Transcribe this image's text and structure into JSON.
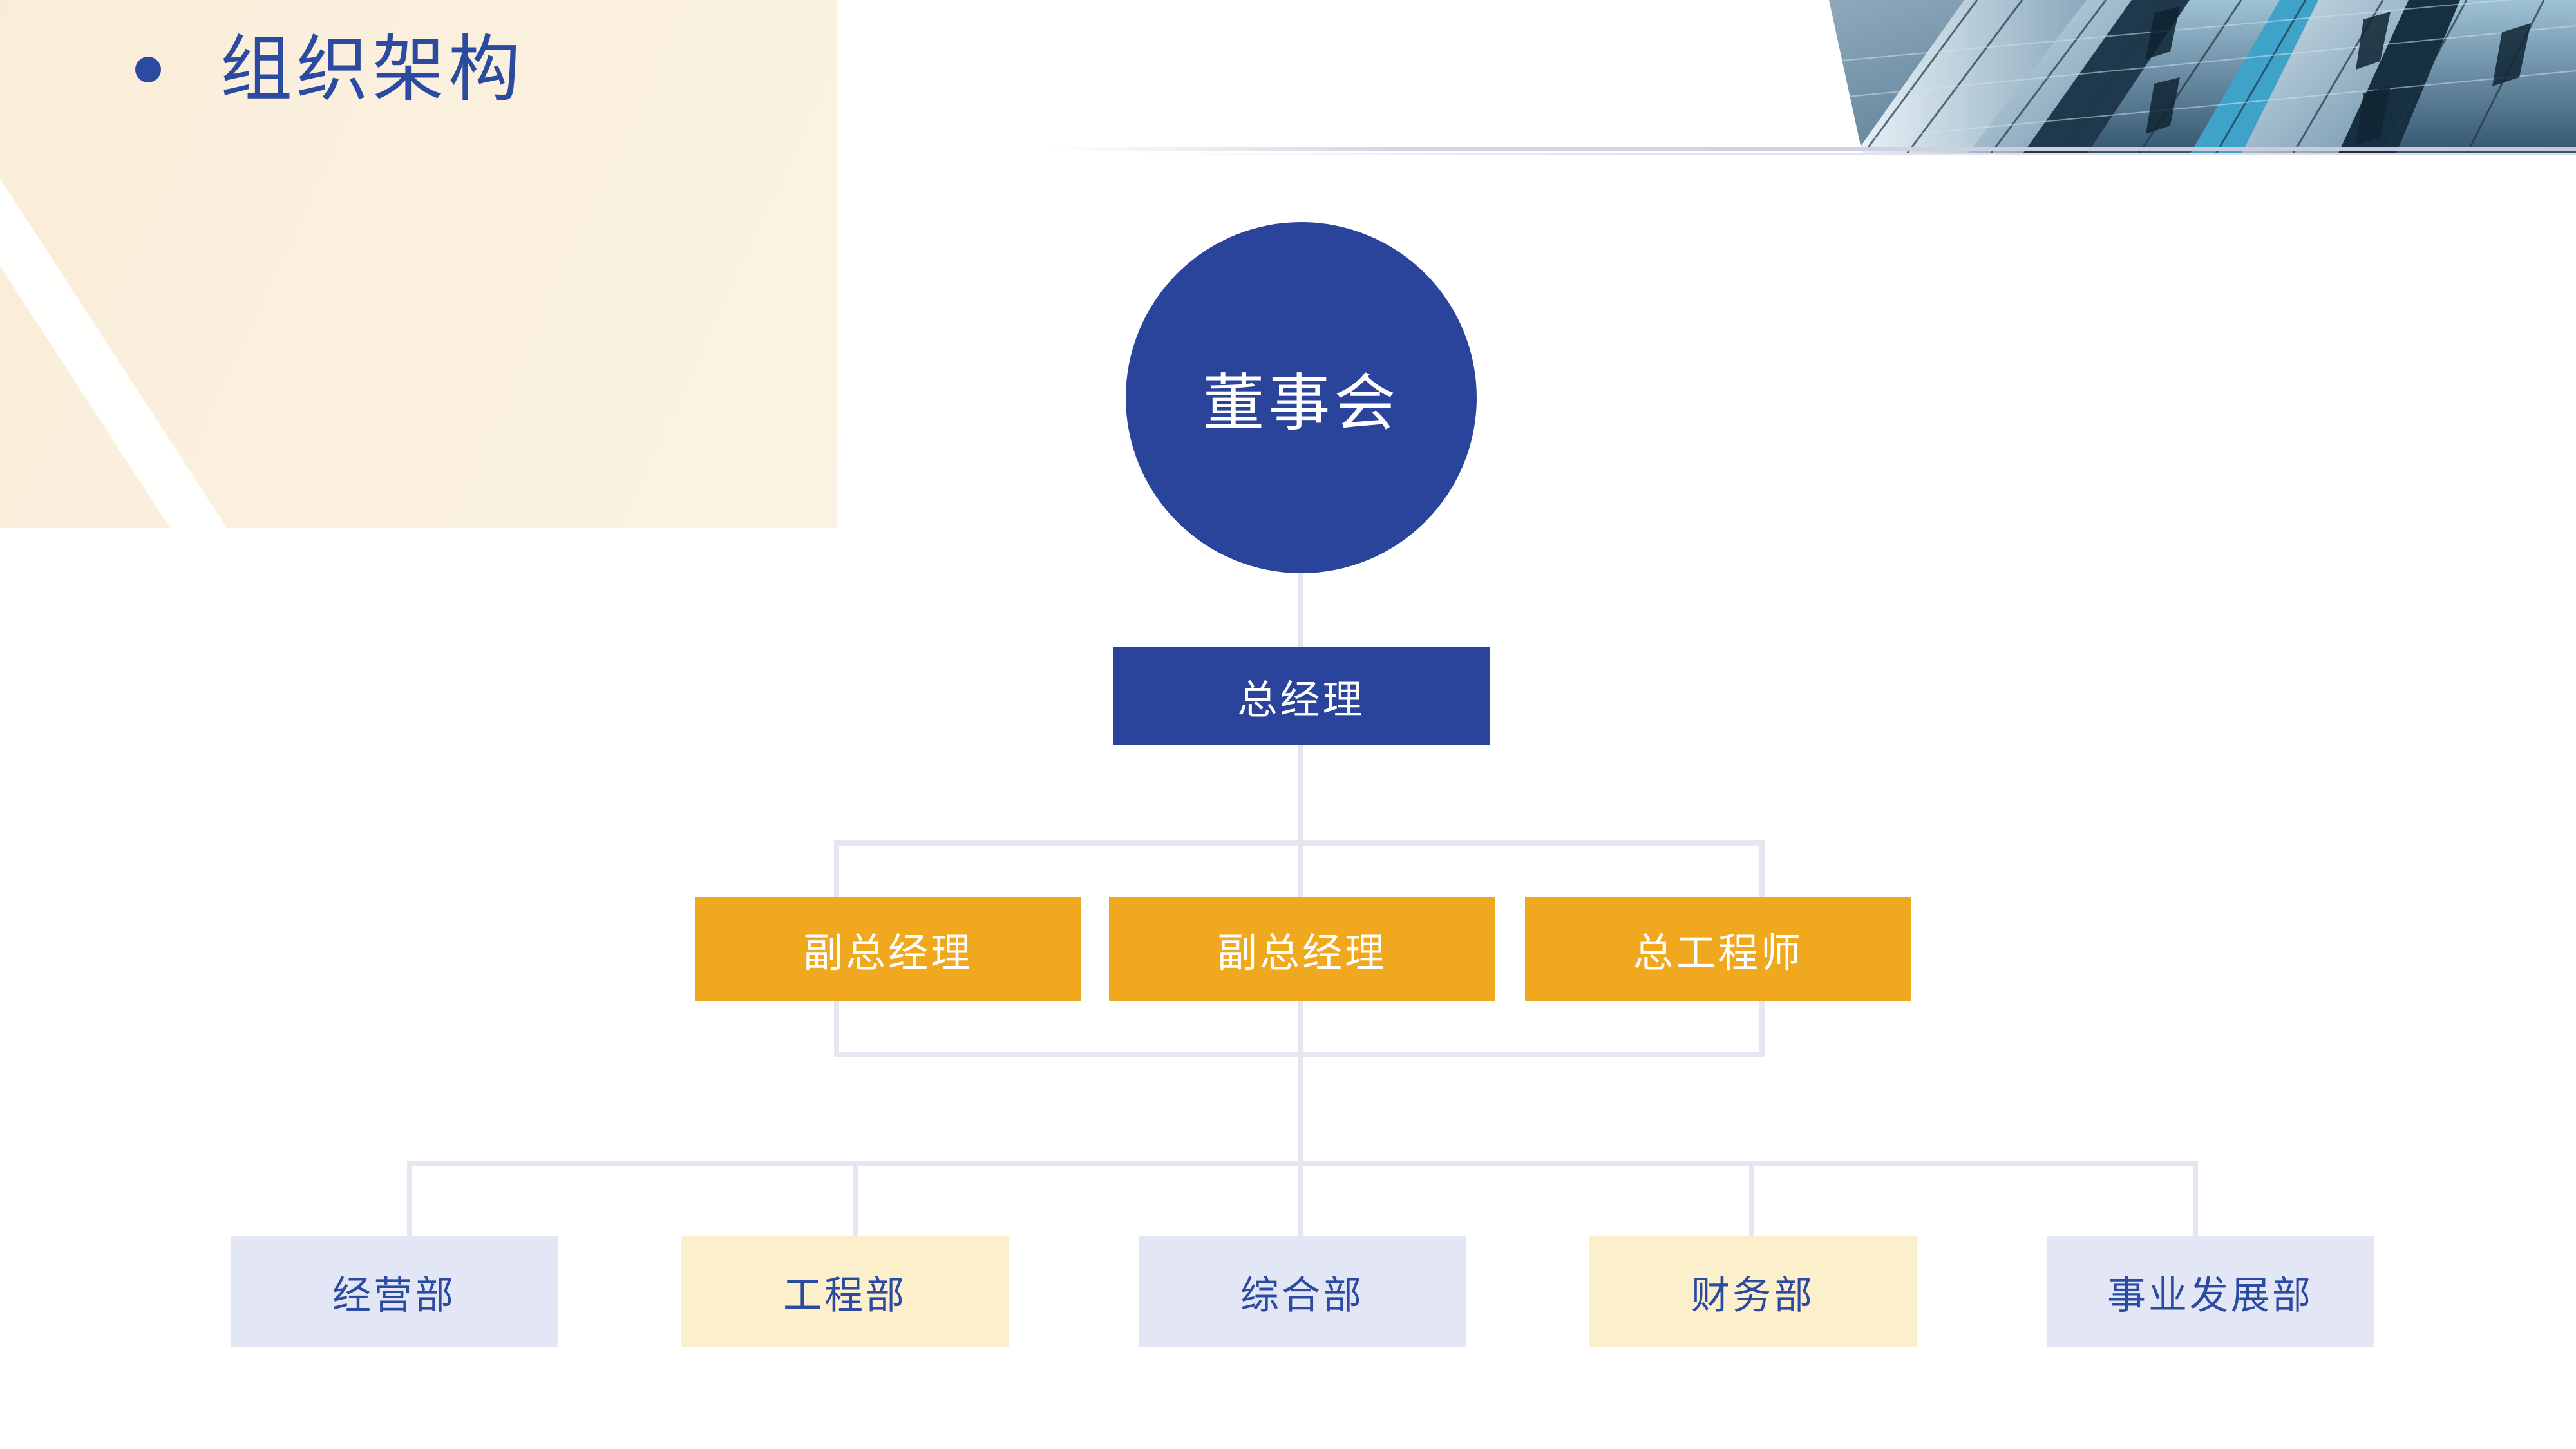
{
  "slide": {
    "title": "组织架构",
    "bullet_icon": "bullet-dot-icon",
    "accent_blue": "#2b449b",
    "accent_orange": "#f0a81e",
    "dept_blue_fill": "#e3e7f5",
    "dept_cream_fill": "#fcefcc",
    "connector_color": "#e6e6f0",
    "banner_image": "office-building-photo"
  },
  "chart_data": {
    "type": "diagram",
    "title": "组织架构",
    "levels": [
      {
        "level": 1,
        "shape": "circle",
        "fill": "#2b449b",
        "text_color": "#ffffff",
        "nodes": [
          {
            "label": "董事会"
          }
        ]
      },
      {
        "level": 2,
        "shape": "rectangle",
        "fill": "#2b449b",
        "text_color": "#ffffff",
        "nodes": [
          {
            "label": "总经理"
          }
        ]
      },
      {
        "level": 3,
        "shape": "rectangle",
        "fill": "#f0a81e",
        "text_color": "#ffffff",
        "nodes": [
          {
            "label": "副总经理"
          },
          {
            "label": "副总经理"
          },
          {
            "label": "总工程师"
          }
        ]
      },
      {
        "level": 4,
        "shape": "rectangle",
        "text_color": "#2b4ba0",
        "nodes": [
          {
            "label": "经营部",
            "fill": "#e3e7f5"
          },
          {
            "label": "工程部",
            "fill": "#fcefcc"
          },
          {
            "label": "综合部",
            "fill": "#e3e7f5"
          },
          {
            "label": "财务部",
            "fill": "#fcefcc"
          },
          {
            "label": "事业发展部",
            "fill": "#e3e7f5"
          }
        ]
      }
    ],
    "edges": [
      {
        "from": "董事会",
        "to": "总经理"
      },
      {
        "from": "总经理",
        "to": "副总经理"
      },
      {
        "from": "总经理",
        "to": "副总经理"
      },
      {
        "from": "总经理",
        "to": "总工程师"
      },
      {
        "from": "副总经理",
        "to": "经营部"
      },
      {
        "from": "副总经理",
        "to": "工程部"
      },
      {
        "from": "副总经理",
        "to": "综合部"
      },
      {
        "from": "副总经理",
        "to": "财务部"
      },
      {
        "from": "总工程师",
        "to": "事业发展部"
      }
    ]
  }
}
